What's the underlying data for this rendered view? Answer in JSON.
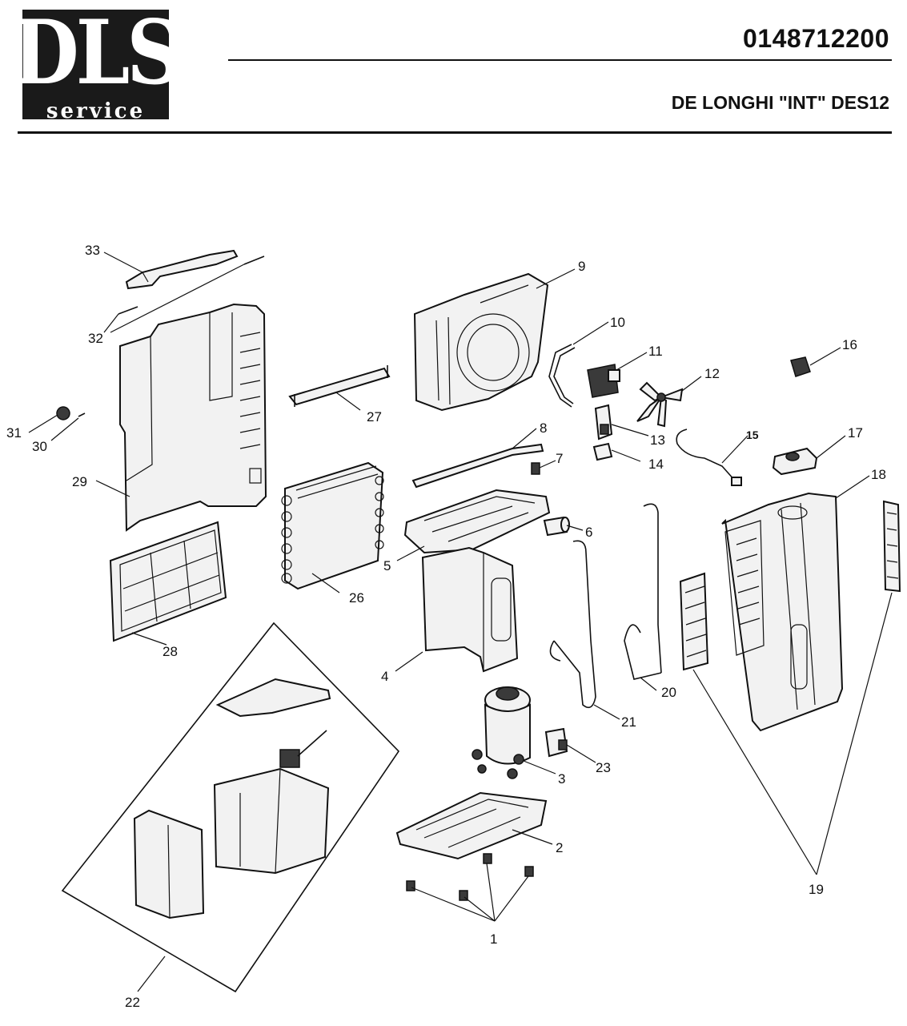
{
  "header": {
    "logo_mark": "DLS",
    "logo_word": "service",
    "document_number": "0148712200",
    "model": "DE LONGHI \"INT\" DES12"
  },
  "callouts": [
    "1",
    "2",
    "3",
    "4",
    "5",
    "6",
    "7",
    "8",
    "9",
    "10",
    "11",
    "12",
    "13",
    "14",
    "15",
    "16",
    "17",
    "18",
    "19",
    "20",
    "21",
    "22",
    "23",
    "26",
    "27",
    "28",
    "29",
    "30",
    "31",
    "32",
    "33"
  ]
}
